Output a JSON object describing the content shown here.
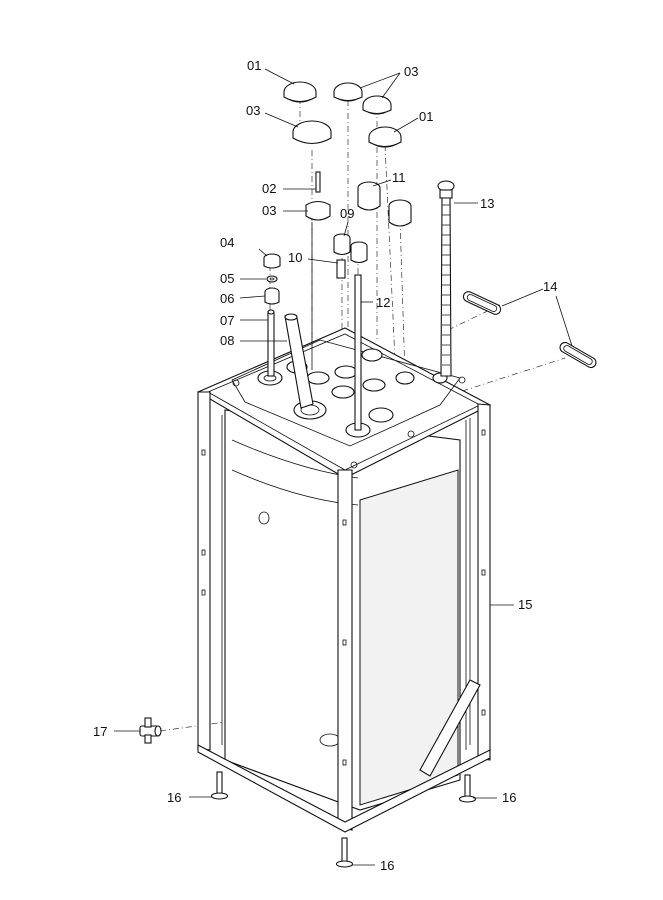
{
  "callouts": [
    "01",
    "03",
    "03",
    "01",
    "02",
    "03",
    "11",
    "13",
    "09",
    "04",
    "10",
    "05",
    "06",
    "12",
    "14",
    "07",
    "08",
    "15",
    "17",
    "16",
    "16",
    "16"
  ],
  "line_color": "#111111",
  "background": "#ffffff"
}
